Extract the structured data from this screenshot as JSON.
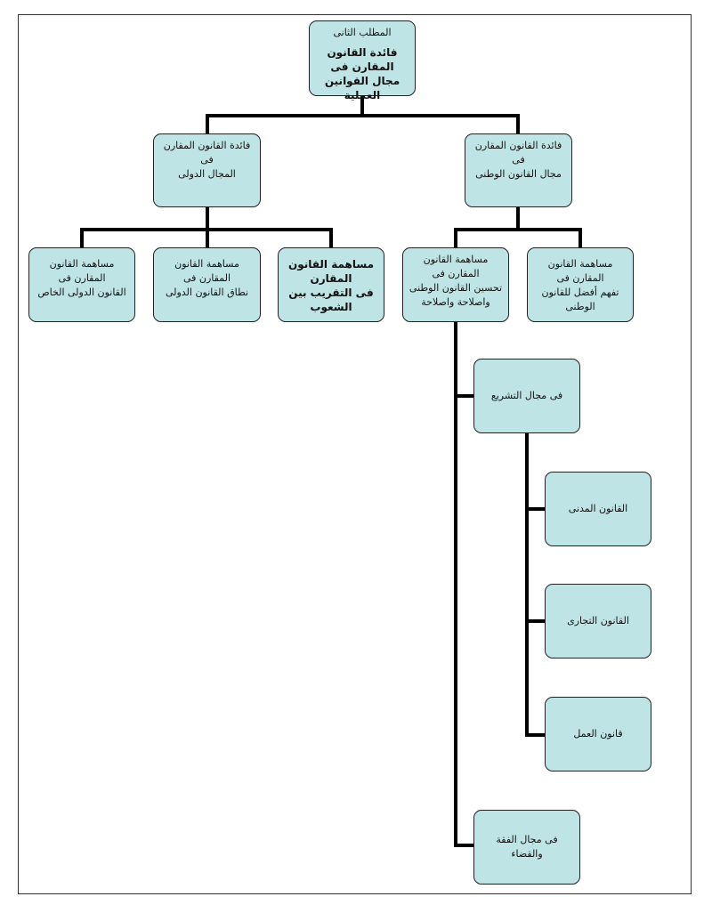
{
  "root": {
    "line1": "المطلب الثانى",
    "line2": "فائدة القانون المقارن فى",
    "line3": "مجال القوانين العملية"
  },
  "level1": {
    "international": {
      "line1": "فائدة القانون  المقارن فى",
      "line2": "المجال الدولى"
    },
    "national": {
      "line1": "فائدة القانون المقارن فى",
      "line2": "مجال القانون الوطنى"
    }
  },
  "level2": {
    "private_intl": {
      "line1": "مساهمة القانون المقارن فى",
      "line2": "القانون الدولى الخاص"
    },
    "intl_scope": {
      "line1": "مساهمة القانون المقارن فى",
      "line2": "نطاق القانون الدولى"
    },
    "peoples": {
      "line1": "مساهمة القانون المقارن",
      "line2": "فى التقريب بين الشعوب"
    },
    "improve": {
      "line1": "مساهمة القانون المقارن فى",
      "line2": "تحسين القانون الوطنى",
      "line3": "واصلاحة واصلاحة"
    },
    "understand": {
      "line1": "مساهمة القانون المقارن  فى",
      "line2": "تفهم أفضل للقانون الوطنى"
    }
  },
  "level3": {
    "legislation": "فى مجال التشريع",
    "jurisprudence": "فى مجال الفقة والقضاء"
  },
  "level4": {
    "civil": "القانون المدنى",
    "commercial": "القانون التجارى",
    "labor": "قانون العمل"
  }
}
